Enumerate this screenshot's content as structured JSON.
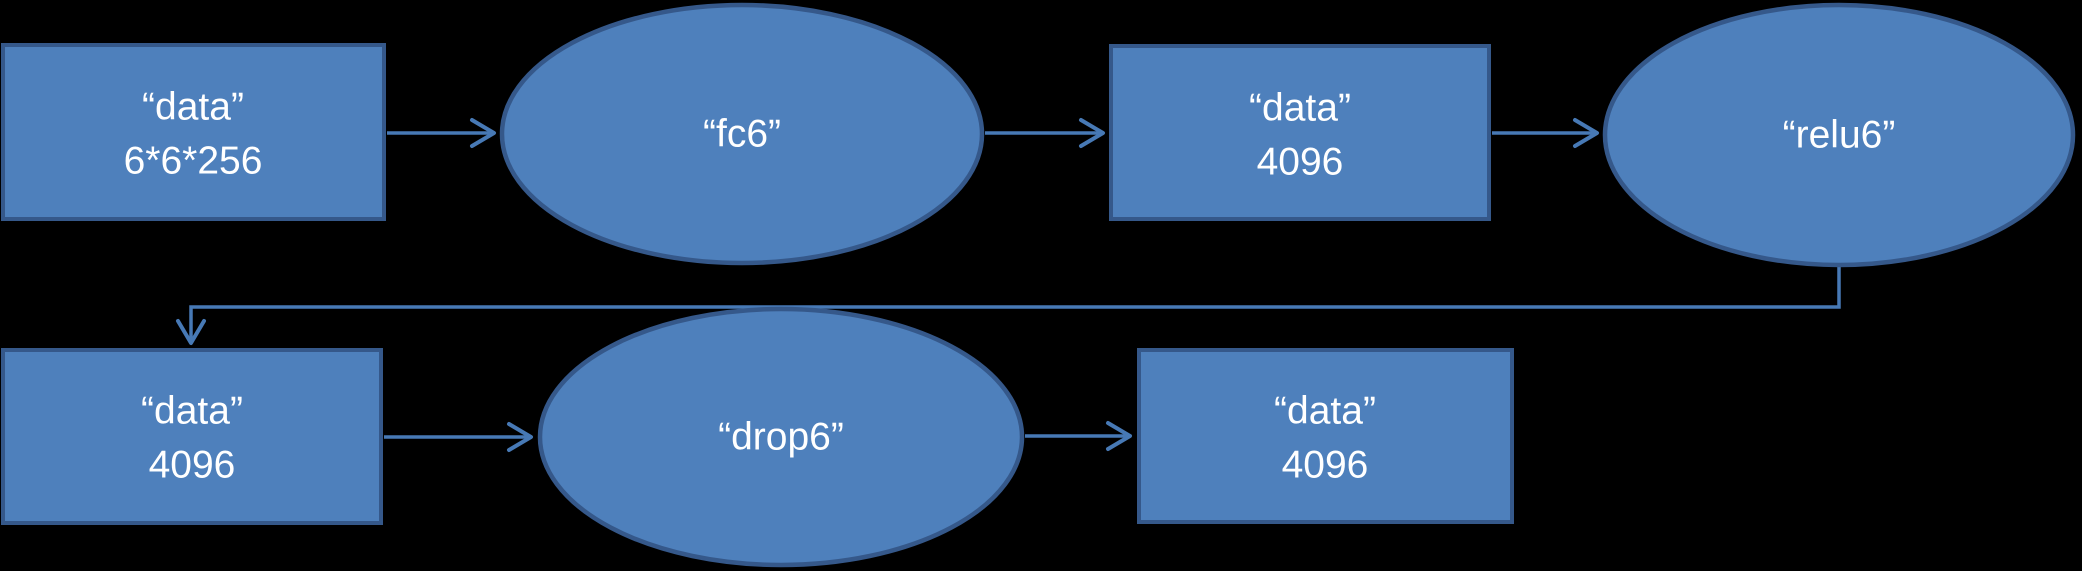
{
  "diagram": {
    "type": "flowchart",
    "description": "Neural network layer data-flow diagram (fully-connected layer fc6 with relu6 and drop6)",
    "nodes": [
      {
        "id": "blob-input",
        "shape": "rect",
        "line1": "“data”",
        "line2": "6*6*256"
      },
      {
        "id": "layer-fc6",
        "shape": "ellipse",
        "label": "“fc6”"
      },
      {
        "id": "blob-fc6-out",
        "shape": "rect",
        "line1": "“data”",
        "line2": "4096"
      },
      {
        "id": "layer-relu6",
        "shape": "ellipse",
        "label": "“relu6”"
      },
      {
        "id": "blob-relu6-out",
        "shape": "rect",
        "line1": "“data”",
        "line2": "4096"
      },
      {
        "id": "layer-drop6",
        "shape": "ellipse",
        "label": "“drop6”"
      },
      {
        "id": "blob-drop6-out",
        "shape": "rect",
        "line1": "“data”",
        "line2": "4096"
      }
    ],
    "edges": [
      {
        "from": "blob-input",
        "to": "layer-fc6"
      },
      {
        "from": "layer-fc6",
        "to": "blob-fc6-out"
      },
      {
        "from": "blob-fc6-out",
        "to": "layer-relu6"
      },
      {
        "from": "layer-relu6",
        "to": "blob-relu6-out",
        "style": "elbow"
      },
      {
        "from": "blob-relu6-out",
        "to": "layer-drop6"
      },
      {
        "from": "layer-drop6",
        "to": "blob-drop6-out"
      }
    ],
    "colors": {
      "shape_fill": "#4E80BC",
      "shape_border": "#35588A",
      "connector": "#4779B5",
      "text_color": "#FFFFFF",
      "background": "#000000"
    }
  }
}
